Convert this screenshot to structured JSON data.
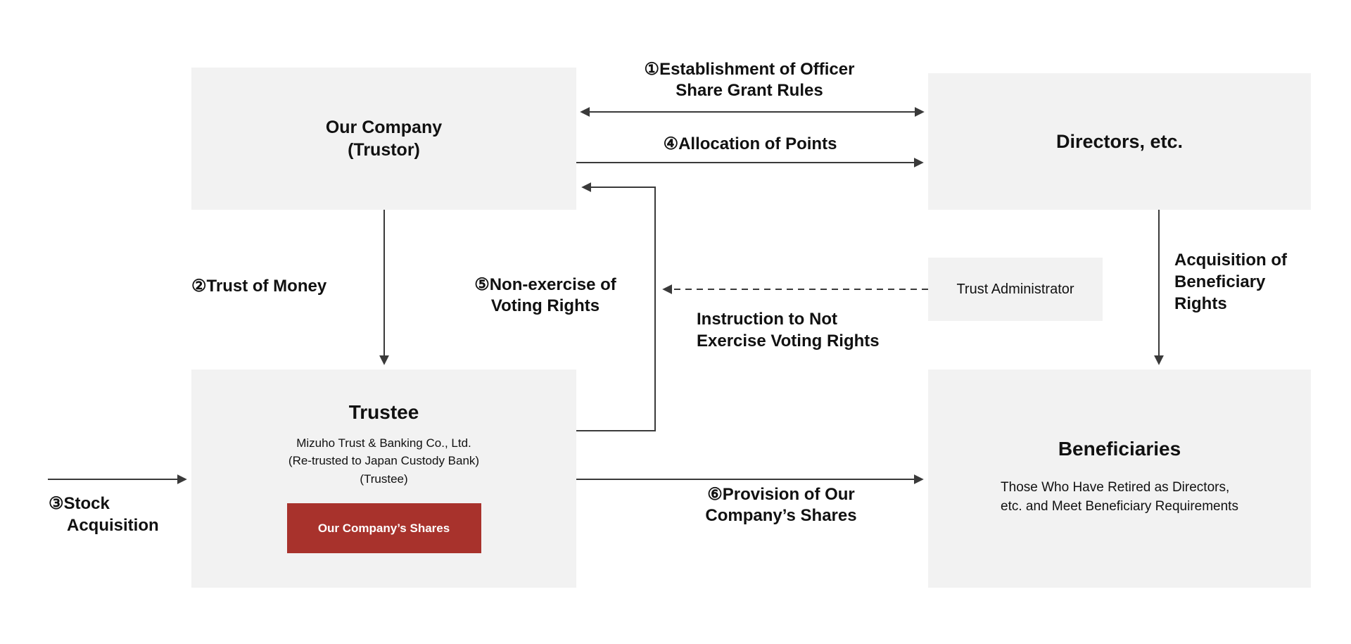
{
  "diagram": {
    "boxes": {
      "our_company": {
        "title": "Our Company",
        "subtitle": "(Trustor)"
      },
      "directors": {
        "title": "Directors, etc."
      },
      "trust_administrator": {
        "title": "Trust Administrator"
      },
      "trustee": {
        "title": "Trustee",
        "detail_line1": "Mizuho Trust & Banking Co., Ltd.",
        "detail_line2": "(Re-trusted to Japan Custody Bank)",
        "detail_line3": "(Trustee)",
        "shares_badge": "Our Company’s Shares"
      },
      "beneficiaries": {
        "title": "Beneficiaries",
        "desc_line1": "Those Who Have Retired as Directors,",
        "desc_line2": "etc. and Meet Beneficiary Requirements"
      }
    },
    "arrow_labels": {
      "step1": {
        "line1": "①Establishment of Officer",
        "line2": "Share Grant Rules"
      },
      "step2": {
        "line1": "②Trust of Money"
      },
      "step3": {
        "line1": "③Stock",
        "line2": "Acquisition"
      },
      "step4": {
        "line1": "④Allocation of Points"
      },
      "step5": {
        "line1": "⑤Non-exercise of",
        "line2": "Voting Rights"
      },
      "step6": {
        "line1": "⑥Provision of Our",
        "line2": "Company’s Shares"
      },
      "instruction": {
        "line1": "Instruction to Not",
        "line2": "Exercise Voting Rights"
      },
      "beneficiary_rights": {
        "line1": "Acquisition of",
        "line2": "Beneficiary",
        "line3": "Rights"
      }
    },
    "colors": {
      "box_bg": "#f2f2f2",
      "shares_badge_bg": "#a8322c",
      "line": "#3a3a3a",
      "text": "#111111"
    }
  }
}
